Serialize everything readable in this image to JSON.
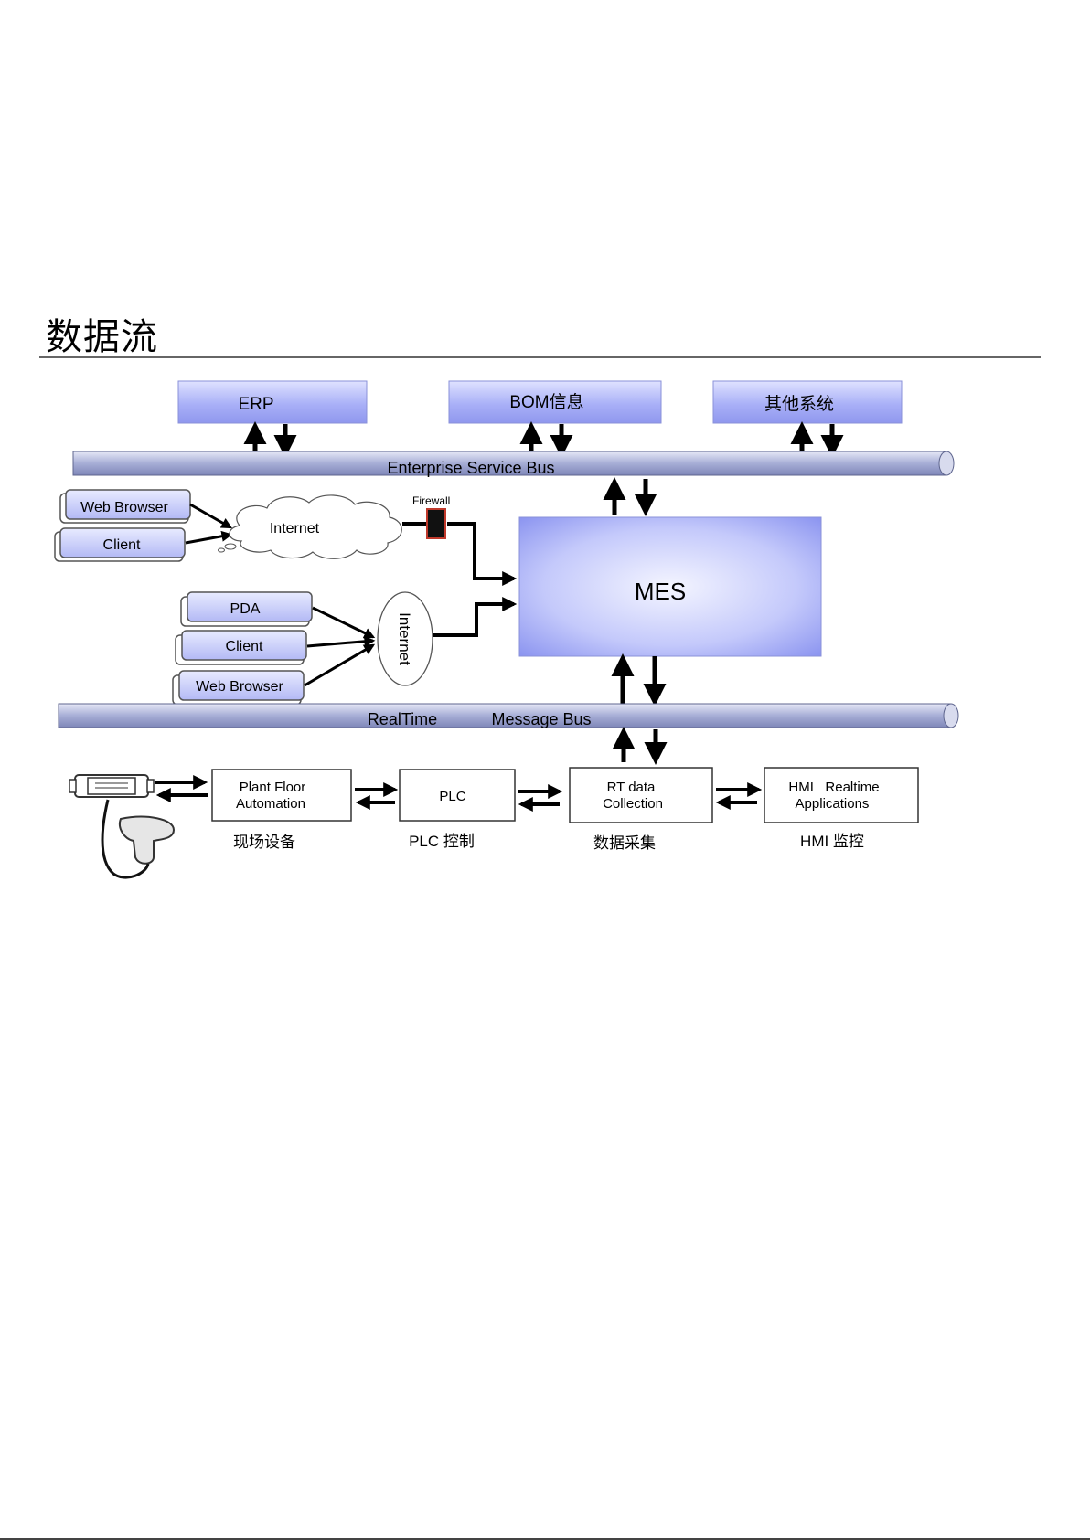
{
  "page": {
    "title": "数据流"
  },
  "diagram": {
    "enterprise": {
      "erp": "ERP",
      "bom": "BOM信息",
      "other": "其他系统",
      "bus": "Enterprise Service Bus"
    },
    "web_clients": {
      "web_browser": "Web Browser",
      "client": "Client",
      "cloud": "Internet",
      "firewall": "Firewall"
    },
    "mes": "MES",
    "mobile_clients": {
      "pda": "PDA",
      "client": "Client",
      "web_browser": "Web Browser",
      "ellipse": "Internet"
    },
    "realtime_bus": {
      "left": "RealTime",
      "right": "Message Bus"
    },
    "floor": {
      "plant_line1": "Plant Floor",
      "plant_line2": "Automation",
      "plant_caption": "现场设备",
      "plc": "PLC",
      "plc_caption": "PLC 控制",
      "rt_line1": "RT data",
      "rt_line2": "Collection",
      "rt_caption": "数据采集",
      "hmi_line1": "HMI   Realtime",
      "hmi_line2": "Applications",
      "hmi_caption": "HMI 监控"
    },
    "colors": {
      "box_fill": "#a9b0f7",
      "bus_fill": "#a7aed6",
      "mes_fill": "#aab2f8"
    }
  }
}
